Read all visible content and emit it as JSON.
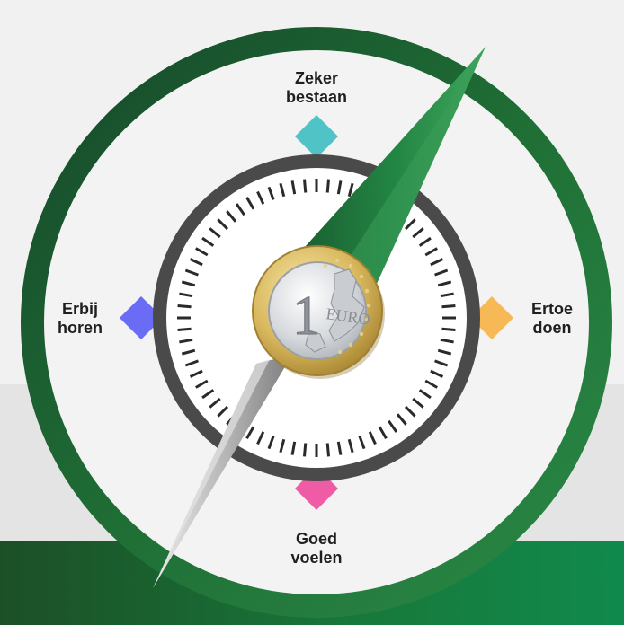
{
  "directions": {
    "top": {
      "line1": "Zeker",
      "line2": "bestaan",
      "color": "#4fc3c6"
    },
    "left": {
      "line1": "Erbij",
      "line2": "horen",
      "color": "#6a6cf6"
    },
    "right": {
      "line1": "Ertoe",
      "line2": "doen",
      "color": "#f7b955"
    },
    "bottom": {
      "line1": "Goed",
      "line2": "voelen",
      "color": "#ef5ba5"
    }
  },
  "coin": {
    "denomination": "1",
    "currency": "EURO",
    "icon": "euro-coin-icon"
  },
  "colors": {
    "ring": "#1f6e35",
    "ring_dark": "#16522a",
    "needle_north": "#1f7a3d",
    "needle_south": "#9a9a9a",
    "dial": "#4a4a4a",
    "background": "#f1f1f1",
    "footer": "#177a3c"
  }
}
